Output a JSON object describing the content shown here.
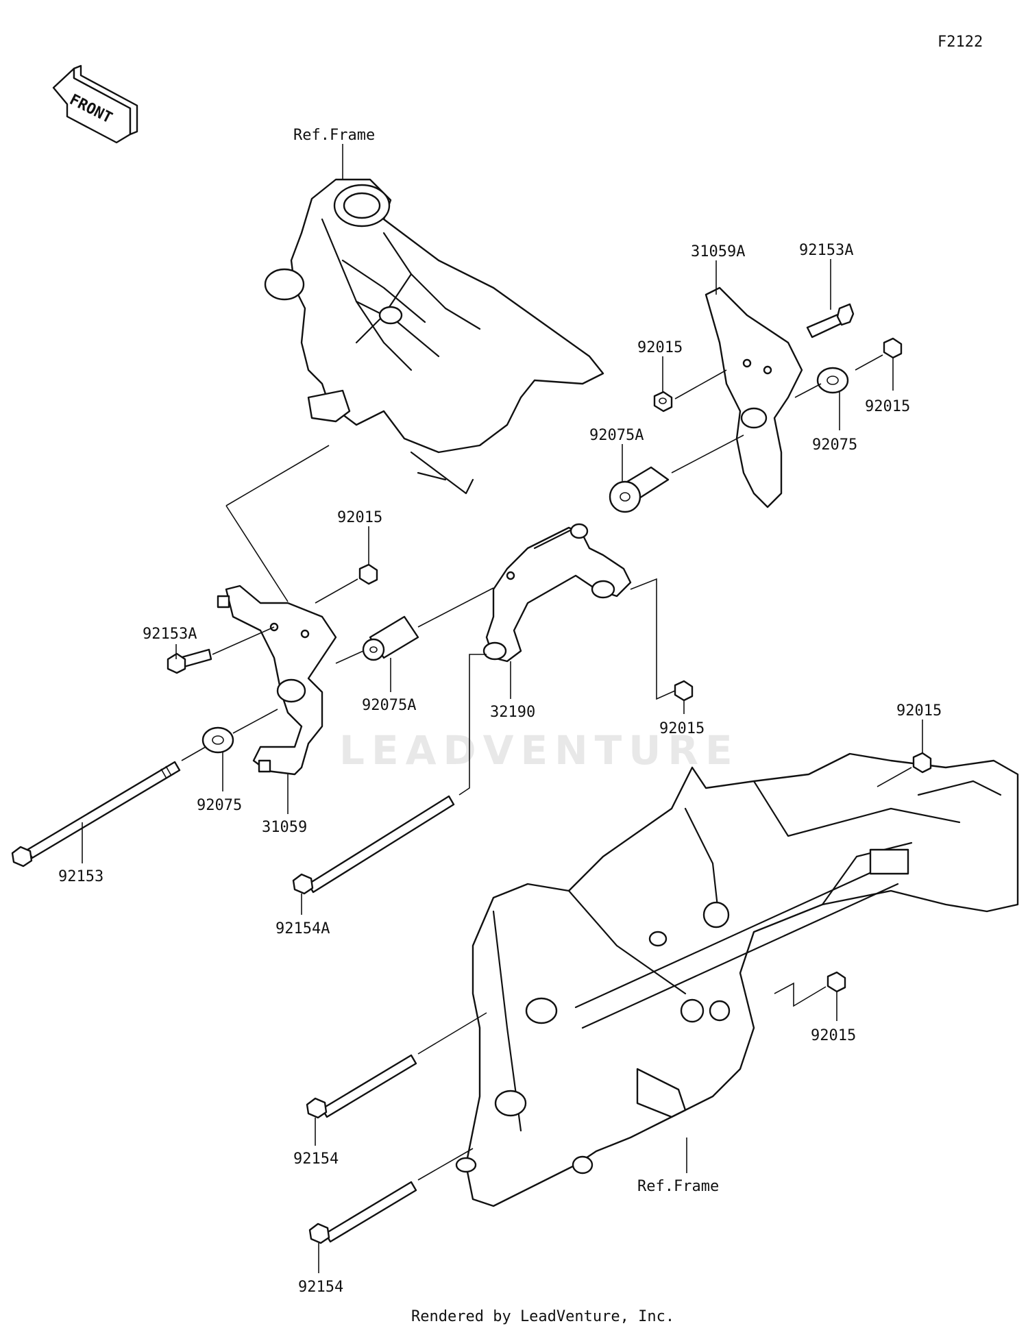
{
  "diagram_code": "F2122",
  "front_arrow": {
    "label": "FRONT",
    "icon": "front-direction-arrow-icon"
  },
  "watermark": "LEADVENTURE",
  "footer": "Rendered by LeadVenture, Inc.",
  "ref_labels": {
    "top": "Ref.Frame",
    "bottom": "Ref.Frame"
  },
  "parts": {
    "p31059A": "31059A",
    "p92153A_top": "92153A",
    "p92015_a": "92015",
    "p92015_b": "92015",
    "p92075_top": "92075",
    "p92075A_top": "92075A",
    "p92015_c": "92015",
    "p92153A_left": "92153A",
    "p92075A_mid": "92075A",
    "p32190": "32190",
    "p92015_d": "92015",
    "p92075_left": "92075",
    "p31059": "31059",
    "p92153": "92153",
    "p92015_e": "92015",
    "p92154A": "92154A",
    "p92015_f": "92015",
    "p92154_a": "92154",
    "p92154_b": "92154"
  }
}
